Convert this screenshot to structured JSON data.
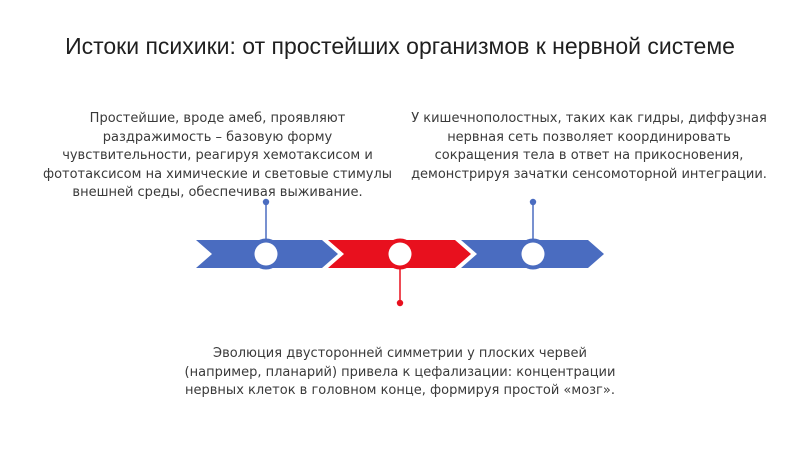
{
  "slide": {
    "title": "Истоки психики: от простейших организмов к нервной системе",
    "captions": {
      "left": "Простейшие, вроде амеб, проявляют раздражимость – базовую форму чувствительности, реагируя хемотаксисом и фототаксисом на химические и световые стимулы внешней среды, обеспечивая выживание.",
      "right": "У кишечнополостных, таких как гидры, диффузная нервная сеть позволяет координировать сокращения тела в ответ на прикосновения, демонстрируя зачатки сенсомоторной интеграции.",
      "bottom": "Эволюция двусторонней симметрии у плоских червей (например, планарий) привела к цефализации: концентрации нервных клеток в головном конце, формируя простой «мозг»."
    }
  },
  "colors": {
    "blue": "#4a6cc0",
    "red": "#e8101e",
    "text": "#3a3a3a",
    "title": "#1f1f1f"
  }
}
